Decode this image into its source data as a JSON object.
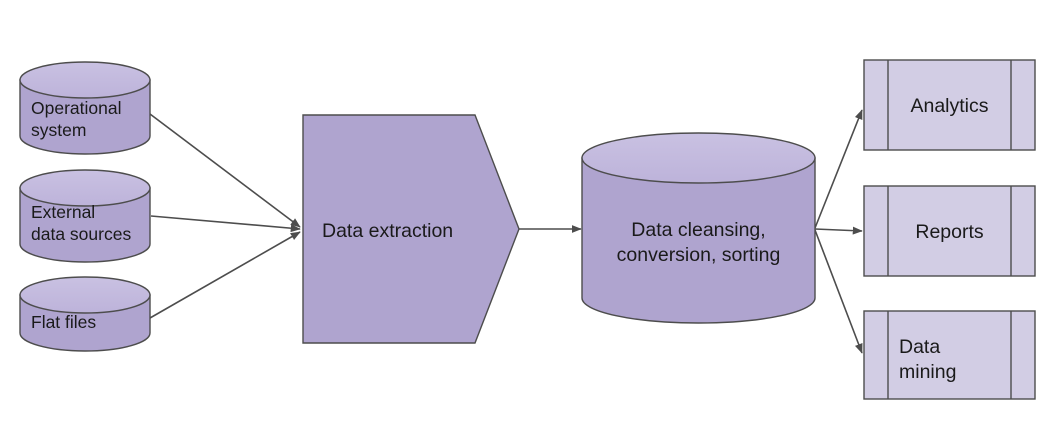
{
  "diagram": {
    "title": "Data warehouse ETL flow",
    "colors": {
      "cylinder_body": "#afa4cf",
      "cylinder_top": "#c4bbdf",
      "process_fill": "#afa4cf",
      "output_fill": "#d2cde4",
      "stroke": "#4d4d4d",
      "text": "#1a1a1a",
      "arrow": "#4d4d4d",
      "background": "#ffffff"
    },
    "sources": [
      {
        "id": "operational-system",
        "shape": "cylinder",
        "lines": [
          "Operational",
          "system"
        ]
      },
      {
        "id": "external-data-sources",
        "shape": "cylinder",
        "lines": [
          "External",
          "data sources"
        ]
      },
      {
        "id": "flat-files",
        "shape": "cylinder",
        "lines": [
          "Flat files"
        ]
      }
    ],
    "process": {
      "id": "data-extraction",
      "shape": "pentagon-arrow",
      "lines": [
        "Data extraction"
      ]
    },
    "staging": {
      "id": "data-cleansing",
      "shape": "cylinder",
      "lines": [
        "Data cleansing,",
        "conversion, sorting"
      ]
    },
    "outputs": [
      {
        "id": "analytics",
        "shape": "predefined-process",
        "lines": [
          "Analytics"
        ],
        "align": "center"
      },
      {
        "id": "reports",
        "shape": "predefined-process",
        "lines": [
          "Reports"
        ],
        "align": "center"
      },
      {
        "id": "data-mining",
        "shape": "predefined-process",
        "lines": [
          "Data",
          "mining"
        ],
        "align": "left"
      }
    ],
    "connectors": [
      {
        "id": "operational-system-to-data-extraction",
        "from": "operational-system",
        "to": "data-extraction"
      },
      {
        "id": "external-data-sources-to-data-extraction",
        "from": "external-data-sources",
        "to": "data-extraction"
      },
      {
        "id": "flat-files-to-data-extraction",
        "from": "flat-files",
        "to": "data-extraction"
      },
      {
        "id": "data-extraction-to-data-cleansing",
        "from": "data-extraction",
        "to": "data-cleansing"
      },
      {
        "id": "data-cleansing-to-analytics",
        "from": "data-cleansing",
        "to": "analytics"
      },
      {
        "id": "data-cleansing-to-reports",
        "from": "data-cleansing",
        "to": "reports"
      },
      {
        "id": "data-cleansing-to-data-mining",
        "from": "data-cleansing",
        "to": "data-mining"
      }
    ]
  }
}
